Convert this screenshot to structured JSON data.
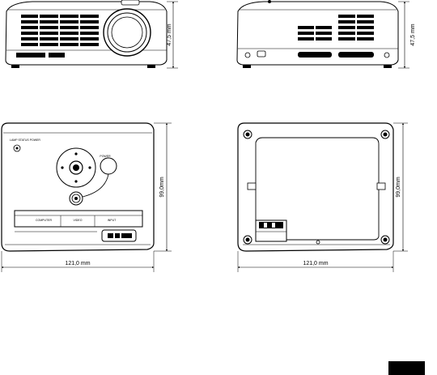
{
  "views": {
    "front": {
      "height_label": "47,5 mm"
    },
    "back": {
      "height_label": "47,5 mm"
    },
    "top": {
      "width_label": "121,0 mm",
      "depth_label": "99,0mm",
      "button_labels": [
        "POWER",
        "COMPUTER",
        "VIDEO",
        "INPUT"
      ],
      "indicator_label": "LAMP  STATUS  POWER"
    },
    "bottom": {
      "width_label": "121,0 mm",
      "depth_label": "99,0mm"
    }
  }
}
